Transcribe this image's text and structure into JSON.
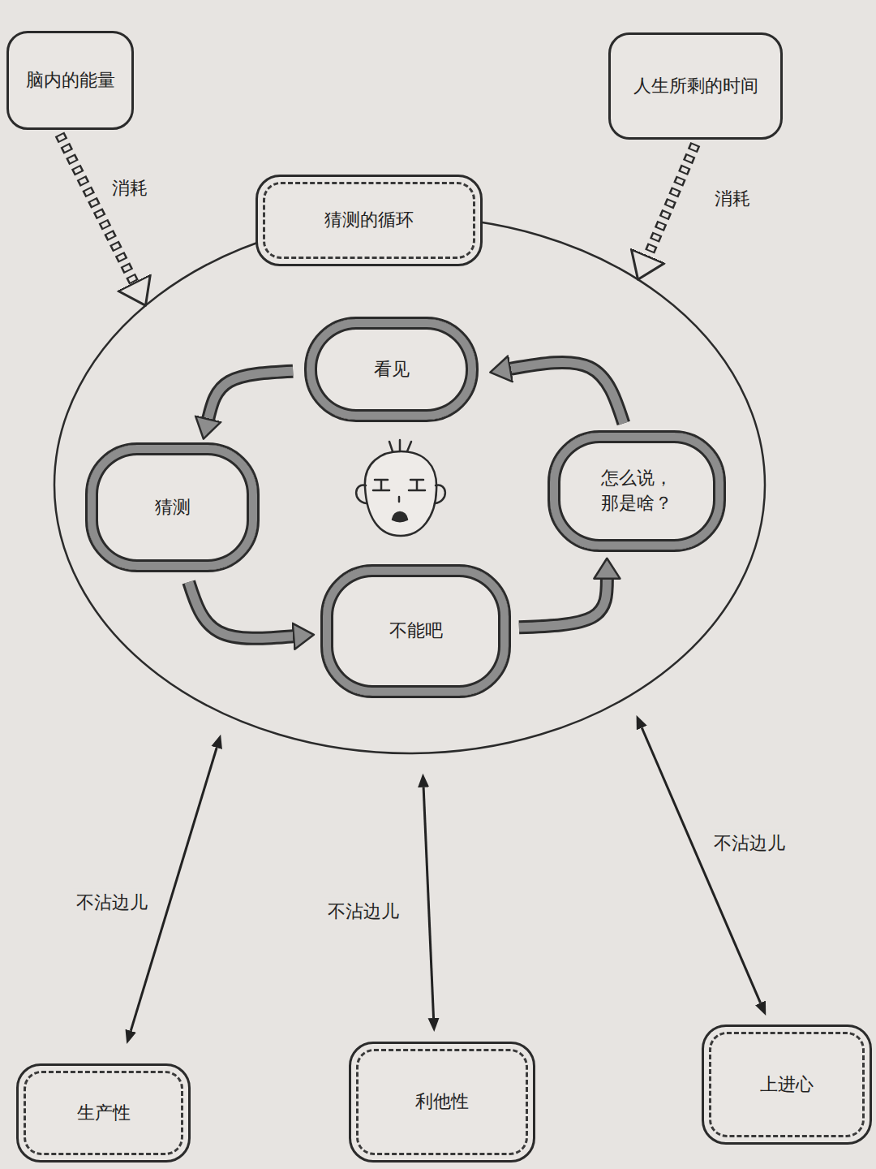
{
  "diagram": {
    "nodes": [
      {
        "text": [
          "脑内的能量"
        ]
      },
      {
        "text": [
          "人生所剩的时间"
        ]
      },
      {
        "text": [
          "猜测的循环"
        ]
      },
      {
        "text": [
          "看见"
        ],
        "in": 2
      },
      {
        "text": [
          "猜测"
        ],
        "in": 2
      },
      {
        "text": [
          "不能吧"
        ],
        "in": 2
      },
      {
        "text": [
          "怎么说， 那是啥？"
        ],
        "in": 2
      },
      {
        "text": [
          "生产性"
        ]
      },
      {
        "text": [
          "利他性"
        ]
      },
      {
        "text": [
          "上进心"
        ]
      }
    ],
    "edges": [
      {
        "from": 0,
        "to": 2,
        "label": "消耗",
        "arrow": "to"
      },
      {
        "from": 1,
        "to": 2,
        "label": "消耗",
        "arrow": "to"
      },
      {
        "from": 3,
        "to": 4,
        "arrow": "to"
      },
      {
        "from": 4,
        "to": 5,
        "arrow": "to"
      },
      {
        "from": 5,
        "to": 6,
        "arrow": "to"
      },
      {
        "from": 6,
        "to": 3,
        "arrow": "to"
      },
      {
        "from": 2,
        "to": 7,
        "label": "不沾边儿",
        "arrow": "both"
      },
      {
        "from": 2,
        "to": 8,
        "label": "不沾边儿",
        "arrow": "both"
      },
      {
        "from": 2,
        "to": 9,
        "label": "不沾边儿",
        "arrow": "both"
      }
    ]
  }
}
